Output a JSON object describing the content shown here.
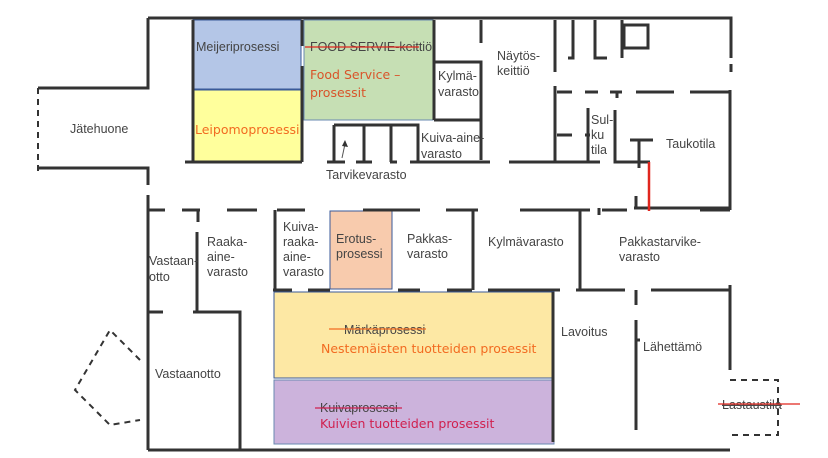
{
  "rooms": {
    "jatehuone": "Jätehuone",
    "naytoskeittio_1": "Näytös-",
    "naytoskeittio_2": "keittiö",
    "kylmavarasto_top_1": "Kylmä-",
    "kylmavarasto_top_2": "varasto",
    "kuiva_aine_1": "Kuiva-aine-",
    "kuiva_aine_2": "varasto",
    "tarvikevarasto": "Tarvikevarasto",
    "sulkutila_1": "Sul-",
    "sulkutila_2": "ku",
    "sulkutila_3": "tila",
    "taukotila": "Taukotila",
    "vastaanotto_small_1": "Vastaan-",
    "vastaanotto_small_2": "otto",
    "raaka_aine_1": "Raaka-",
    "raaka_aine_2": "aine-",
    "raaka_aine_3": "varasto",
    "kuiva_raaka_1": "Kuiva-",
    "kuiva_raaka_2": "raaka-",
    "kuiva_raaka_3": "aine-",
    "kuiva_raaka_4": "varasto",
    "pakkasvarasto_1": "Pakkas-",
    "pakkasvarasto_2": "varasto",
    "kylmavarasto": "Kylmävarasto",
    "pakkastarvike_1": "Pakkastarvike-",
    "pakkastarvike_2": "varasto",
    "lavoitus": "Lavoitus",
    "lahettamo": "Lähettämö",
    "vastaanotto": "Vastaanotto",
    "lastaustila": "Lastaustila"
  },
  "processes": {
    "meijeri": "Meijeriprosessi",
    "leipomo": "Leipomoprosessi",
    "food_old": "FOOD SERVIE-keittiö",
    "food_new_1": "Food Service –",
    "food_new_2": "prosessit",
    "erotus_1": "Erotus-",
    "erotus_2": "prosessi",
    "marka_old": "Märkäprosessi",
    "marka_new": "Nestemäisten tuotteiden prosessit",
    "kuiva_old": "Kuivaprosessi",
    "kuiva_new": "Kuivien tuotteiden prosessit"
  },
  "colors": {
    "meijeri": "#b4c6e7",
    "leipomo": "#ffff9c",
    "food": "#c6dfb4",
    "erotus": "#f8cbad",
    "marka": "#fde8a4",
    "kuiva": "#ccb3dc",
    "red": "#e0261e",
    "orange": "#f26b21",
    "crimson": "#d0204f"
  }
}
